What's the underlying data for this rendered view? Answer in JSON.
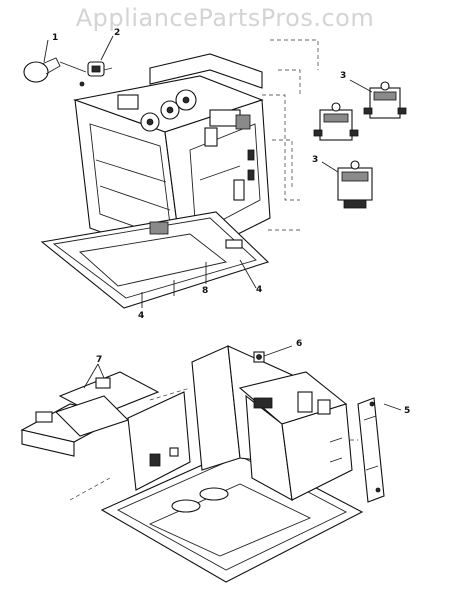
{
  "watermark": {
    "text": "AppliancePartsPros.com"
  },
  "callouts": {
    "c1": "1",
    "c2": "2",
    "c3a": "3",
    "c3b": "3",
    "c4a": "4",
    "c4b": "4",
    "c5": "5",
    "c6": "6",
    "c7": "7",
    "c8": "8"
  }
}
